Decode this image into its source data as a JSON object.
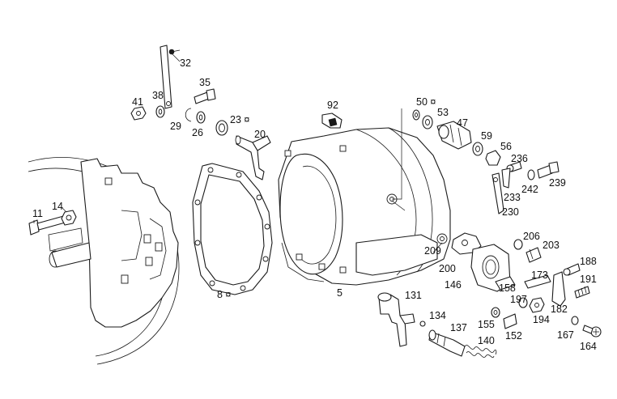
{
  "labels": [
    {
      "key": "32",
      "text": "32"
    },
    {
      "key": "35",
      "text": "35"
    },
    {
      "key": "41",
      "text": "41"
    },
    {
      "key": "38",
      "text": "38"
    },
    {
      "key": "29",
      "text": "29"
    },
    {
      "key": "26",
      "text": "26"
    },
    {
      "key": "23",
      "text": "23 ¤"
    },
    {
      "key": "20",
      "text": "20"
    },
    {
      "key": "92",
      "text": "92"
    },
    {
      "key": "50",
      "text": "50 ¤"
    },
    {
      "key": "53",
      "text": "53"
    },
    {
      "key": "47",
      "text": "47"
    },
    {
      "key": "59",
      "text": "59"
    },
    {
      "key": "56",
      "text": "56"
    },
    {
      "key": "236",
      "text": "236"
    },
    {
      "key": "242",
      "text": "242"
    },
    {
      "key": "239",
      "text": "239"
    },
    {
      "key": "233",
      "text": "233"
    },
    {
      "key": "230",
      "text": "230"
    },
    {
      "key": "11",
      "text": "11"
    },
    {
      "key": "14",
      "text": "14"
    },
    {
      "key": "8",
      "text": "8 ¤"
    },
    {
      "key": "5",
      "text": "5"
    },
    {
      "key": "209",
      "text": "209"
    },
    {
      "key": "206",
      "text": "206"
    },
    {
      "key": "203",
      "text": "203"
    },
    {
      "key": "200",
      "text": "200"
    },
    {
      "key": "188",
      "text": "188"
    },
    {
      "key": "146",
      "text": "146"
    },
    {
      "key": "173",
      "text": "173"
    },
    {
      "key": "158",
      "text": "158"
    },
    {
      "key": "191",
      "text": "191"
    },
    {
      "key": "197",
      "text": "197"
    },
    {
      "key": "182",
      "text": "182"
    },
    {
      "key": "131",
      "text": "131"
    },
    {
      "key": "194",
      "text": "194"
    },
    {
      "key": "134",
      "text": "134"
    },
    {
      "key": "155",
      "text": "155"
    },
    {
      "key": "137",
      "text": "137"
    },
    {
      "key": "152",
      "text": "152"
    },
    {
      "key": "167",
      "text": "167"
    },
    {
      "key": "140",
      "text": "140"
    },
    {
      "key": "164",
      "text": "164"
    }
  ]
}
